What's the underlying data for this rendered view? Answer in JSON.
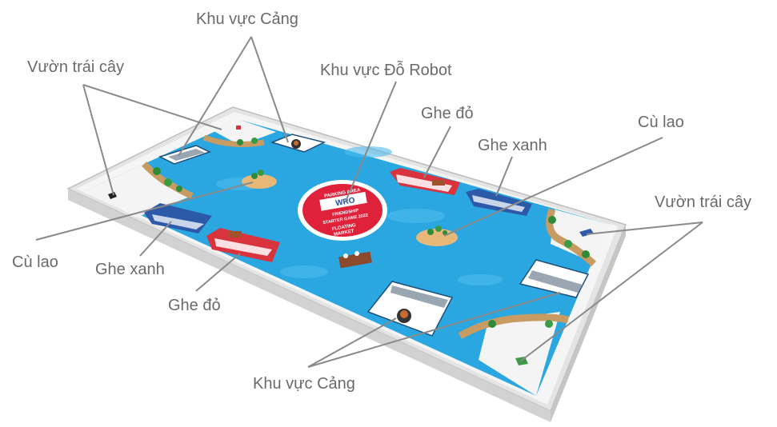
{
  "labels": {
    "harbor_top": "Khu vực Cảng",
    "orchard_left": "Vườn trái cây",
    "robot_parking": "Khu vực Đỗ Robot",
    "red_boat_top": "Ghe đỏ",
    "blue_boat_top": "Ghe xanh",
    "islet_right": "Cù lao",
    "orchard_right": "Vườn trái cây",
    "islet_left": "Cù lao",
    "blue_boat_bottom": "Ghe xanh",
    "red_boat_bottom": "Ghe đỏ",
    "harbor_bottom": "Khu vực Cảng"
  },
  "center_disc": {
    "line1": "PARKING AREA",
    "line2": "WRO",
    "line3": "FRIENDSHIP",
    "line4": "STARTER GAME 2022",
    "line5": "FLOATING",
    "line6": "MARKET"
  },
  "colors": {
    "water": "#2aa7e0",
    "frame": "#eeeeee",
    "land": "#f2f2f2",
    "red_boat": "#d9343d",
    "blue_boat": "#2d5aa8",
    "leader_line": "#8a8a8a",
    "label_text": "#6a6a6a"
  }
}
